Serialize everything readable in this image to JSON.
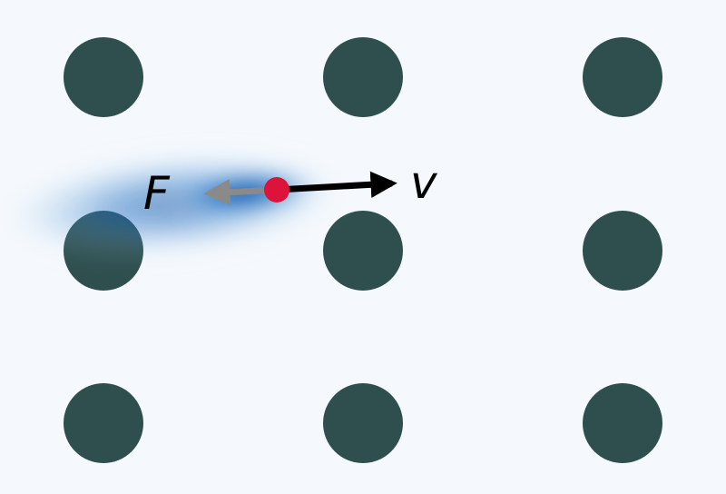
{
  "diagram": {
    "lattice": {
      "rows": 3,
      "cols": 3,
      "ion_color": "#2e4f4e"
    },
    "background_color": "#f5f9fd",
    "particle": {
      "color": "#dc143c",
      "wake_color": "#1f6fc4"
    },
    "velocity_arrow": {
      "label": "v",
      "color": "#000000"
    },
    "force_arrow": {
      "label": "F",
      "color": "#8a8a8a"
    }
  }
}
